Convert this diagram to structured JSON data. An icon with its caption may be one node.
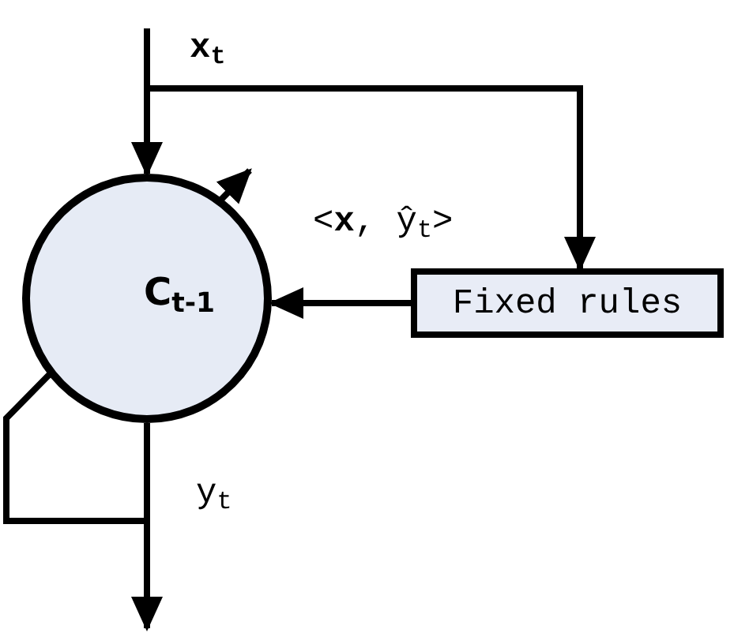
{
  "diagram": {
    "nodes": [
      {
        "text": [
          "x$_{t}$"
        ]
      },
      {
        "text": [
          "C$_{t-1}$"
        ]
      },
      {
        "text": [
          "Fixed rules"
        ]
      }
    ],
    "edges": [
      {
        "from": 0,
        "to": 1,
        "arrow": "to"
      },
      {
        "from": 0,
        "to": 2,
        "arrow": "to"
      },
      {
        "from": 2,
        "to": 1,
        "arrow": "to",
        "label": "<**x**, ŷ$_{t}$>"
      },
      {
        "from": 1,
        "to": null,
        "arrow": "to",
        "label": "y$_{t}$"
      },
      {
        "from": 1,
        "to": 1,
        "arrow": "to"
      }
    ]
  }
}
